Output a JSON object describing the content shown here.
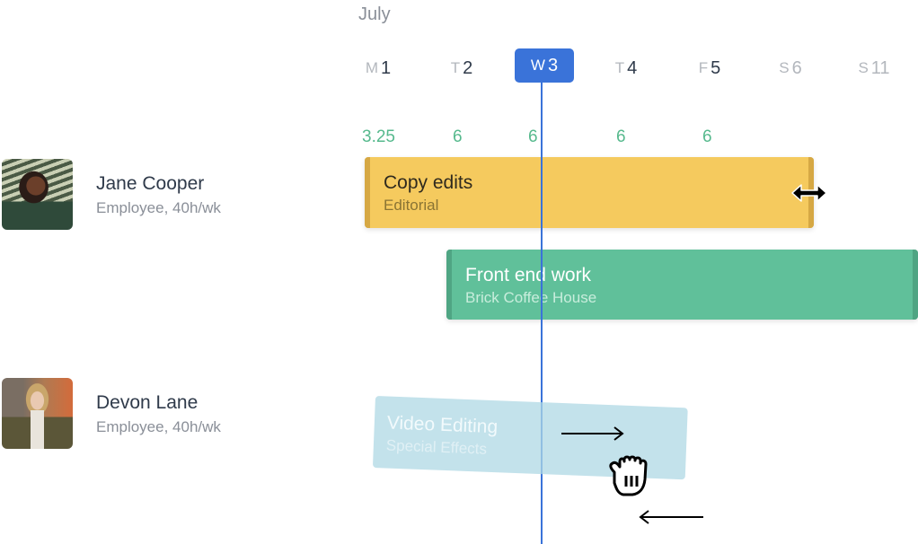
{
  "calendar": {
    "month": "July",
    "days": [
      {
        "dow": "M",
        "num": "1",
        "type": "weekday"
      },
      {
        "dow": "T",
        "num": "2",
        "type": "weekday"
      },
      {
        "dow": "W",
        "num": "3",
        "type": "today"
      },
      {
        "dow": "T",
        "num": "4",
        "type": "weekday"
      },
      {
        "dow": "F",
        "num": "5",
        "type": "weekday"
      },
      {
        "dow": "S",
        "num": "6",
        "type": "weekend"
      },
      {
        "dow": "S",
        "num": "11",
        "type": "weekend"
      }
    ],
    "daily_hours": [
      "3.25",
      "6",
      "6",
      "6",
      "6"
    ]
  },
  "people": [
    {
      "name": "Jane Cooper",
      "role": "Employee, 40h/wk",
      "avatar": "photo-avatar"
    },
    {
      "name": "Devon Lane",
      "role": "Employee, 40h/wk",
      "avatar": "photo-avatar"
    }
  ],
  "tasks": [
    {
      "title": "Copy edits",
      "subtitle": "Editorial",
      "color": "#f5ca5e",
      "assignee": "Jane Cooper",
      "state": "resizing"
    },
    {
      "title": "Front end work",
      "subtitle": "Brick Coffee House",
      "color": "#60c09a",
      "assignee": "Jane Cooper",
      "state": "normal"
    },
    {
      "title": "Video Editing",
      "subtitle": "Special Effects",
      "color": "#afd8e4",
      "assignee": "Devon Lane",
      "state": "dragging"
    }
  ],
  "colors": {
    "today_accent": "#3a73d9",
    "hours_text": "#56b98d"
  },
  "cursors": {
    "resize": "resize-horizontal-cursor",
    "drag": "grab-hand-cursor"
  }
}
